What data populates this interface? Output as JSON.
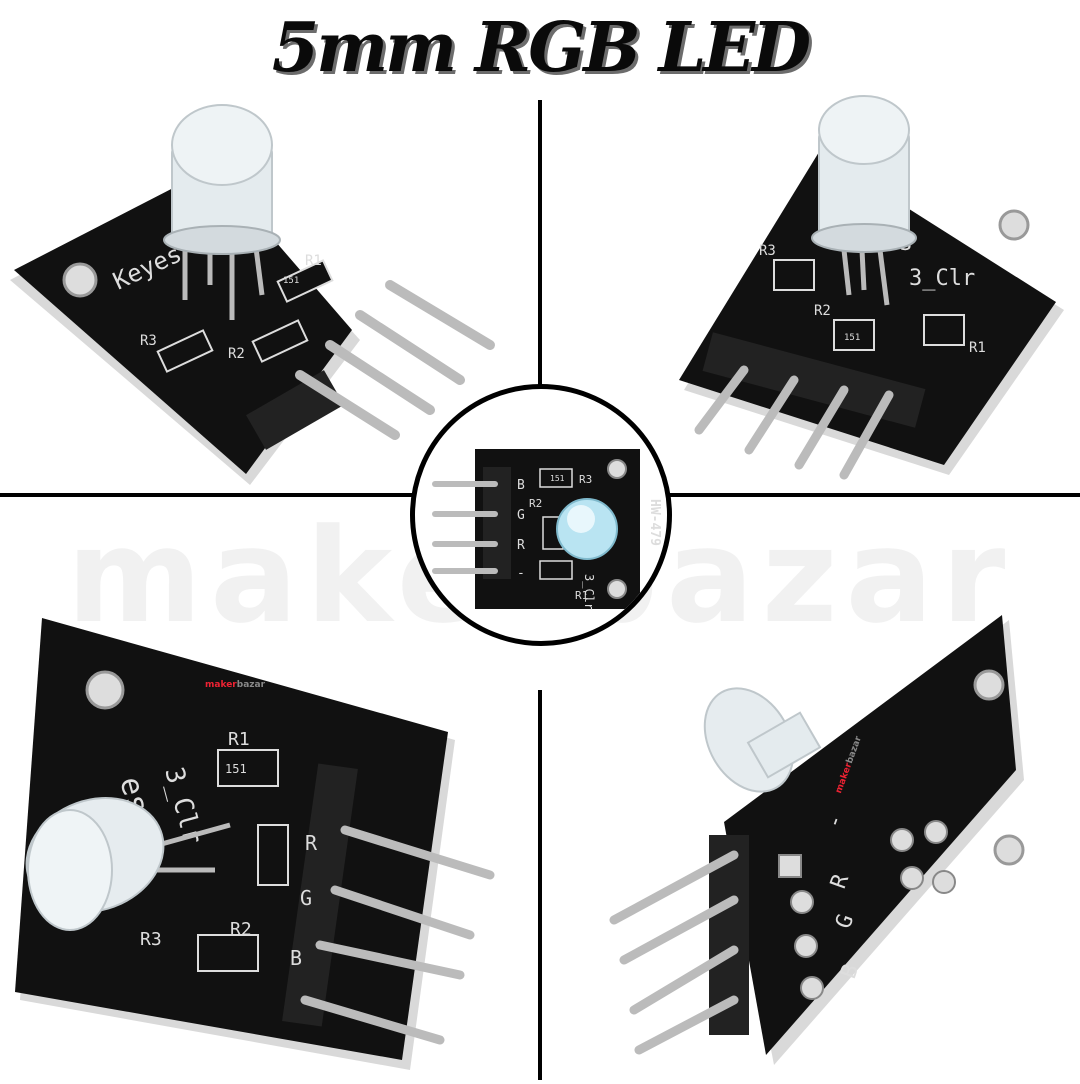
{
  "title": "5mm RGB LED",
  "watermark": "makerbazar",
  "logo": {
    "part1": "maker",
    "part2": "bazar"
  },
  "pcb_labels": {
    "top_left": {
      "text_main": "Keyes",
      "r1": "R1",
      "r2": "R2",
      "r3": "R3",
      "resistor": "151"
    },
    "top_right": {
      "text_main": "es",
      "text_sub": "3_Clr",
      "r1": "R1",
      "r2": "R2",
      "r3": "R3",
      "resistor": "151"
    },
    "center": {
      "model": "HW-479",
      "pins": [
        "B",
        "G",
        "R",
        "-"
      ],
      "text_sub": "3_Clr",
      "r1": "R1",
      "r2": "R2",
      "r3": "R3",
      "resistor": "151"
    },
    "bottom_left": {
      "text_main": "es",
      "text_sub": "3_Clr",
      "r1": "R1",
      "r2": "R2",
      "r3": "R3",
      "resistor": "151",
      "pins": [
        "R",
        "G",
        "B"
      ]
    },
    "bottom_right": {
      "pins": [
        "-",
        "R",
        "G",
        "B"
      ]
    }
  },
  "colors": {
    "pcb": "#111111",
    "silkscreen": "#e8e8e8",
    "pin": "#b9b9b9",
    "led": "#dfe6ea",
    "accent_led": "#7fd3f0"
  }
}
